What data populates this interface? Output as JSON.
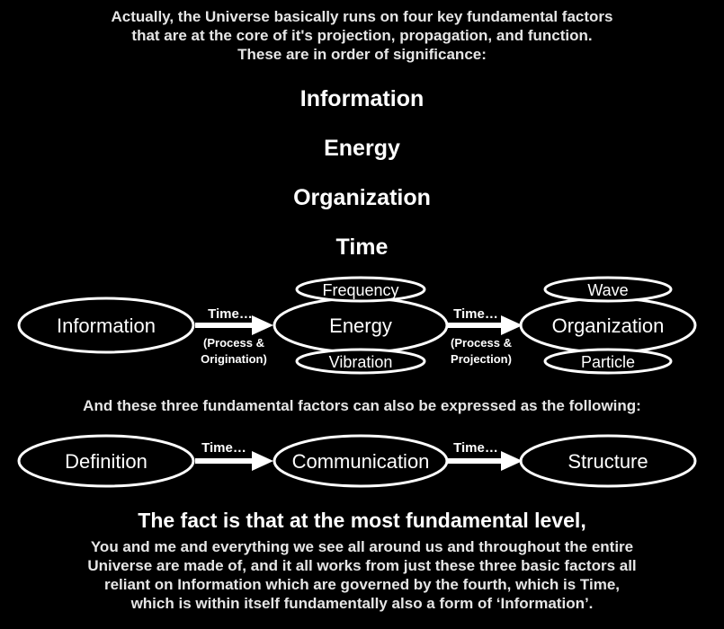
{
  "intro": [
    "Actually, the Universe basically runs on four key fundamental factors",
    "that are at the core of it's projection, propagation, and function.",
    "These are in order of significance:"
  ],
  "factors": [
    "Information",
    "Energy",
    "Organization",
    "Time"
  ],
  "diagram1": {
    "nodes": {
      "information": "Information",
      "energy": "Energy",
      "organization": "Organization",
      "frequency": "Frequency",
      "vibration": "Vibration",
      "wave": "Wave",
      "particle": "Particle"
    },
    "arrow1": {
      "label": "Time…",
      "note_line1": "(Process &",
      "note_line2": "Origination)"
    },
    "arrow2": {
      "label": "Time…",
      "note_line1": "(Process &",
      "note_line2": "Projection)"
    }
  },
  "middle_text": "And these three fundamental factors can also be expressed as the following:",
  "diagram2": {
    "nodes": {
      "definition": "Definition",
      "communication": "Communication",
      "structure": "Structure"
    },
    "arrow1_label": "Time…",
    "arrow2_label": "Time…"
  },
  "outro": {
    "title": "The fact is that at the most fundamental level,",
    "lines": [
      "You and me and everything we see all around us and throughout the entire",
      "Universe are made of, and it all works from just these three basic factors all",
      "reliant on Information which are governed by the fourth, which is Time,",
      "which is within itself fundamentally also a form of ‘Information’."
    ]
  }
}
